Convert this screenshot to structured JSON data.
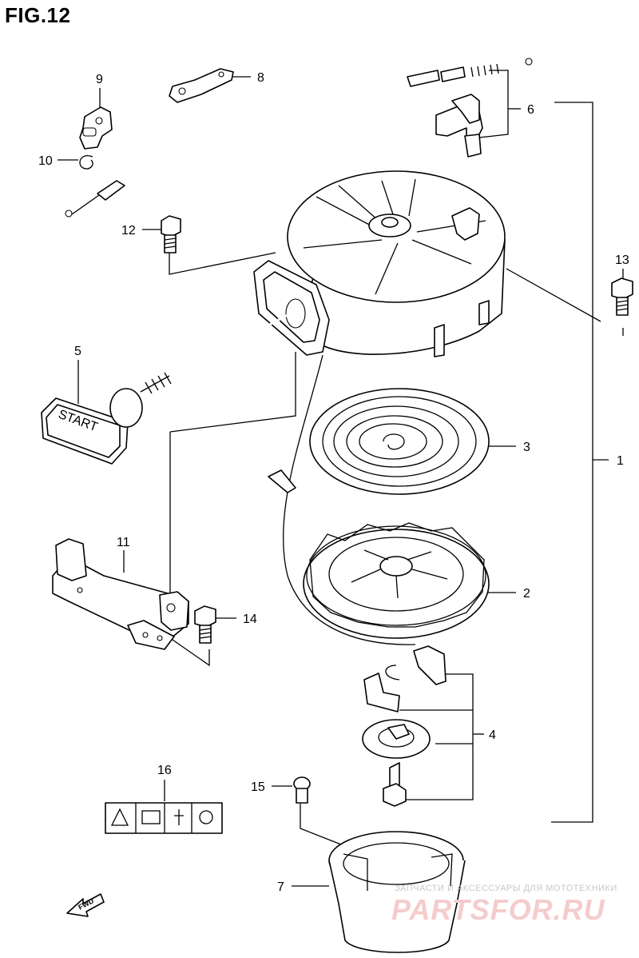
{
  "figure": {
    "title": "FIG.12"
  },
  "callouts": [
    {
      "id": "1",
      "label": "1"
    },
    {
      "id": "2",
      "label": "2"
    },
    {
      "id": "3",
      "label": "3"
    },
    {
      "id": "4",
      "label": "4"
    },
    {
      "id": "5",
      "label": "5"
    },
    {
      "id": "6",
      "label": "6"
    },
    {
      "id": "7",
      "label": "7"
    },
    {
      "id": "8",
      "label": "8"
    },
    {
      "id": "9",
      "label": "9"
    },
    {
      "id": "10",
      "label": "10"
    },
    {
      "id": "11",
      "label": "11"
    },
    {
      "id": "12",
      "label": "12"
    },
    {
      "id": "13",
      "label": "13"
    },
    {
      "id": "14",
      "label": "14"
    },
    {
      "id": "15",
      "label": "15"
    },
    {
      "id": "16",
      "label": "16"
    }
  ],
  "handle_text": "START",
  "direction_marker": "FWD",
  "watermark": {
    "tagline": "ЗАПЧАСТИ И АКСЕССУАРЫ ДЛЯ МОТОТЕХНИКИ",
    "brand": "PARTSFOR.RU"
  }
}
